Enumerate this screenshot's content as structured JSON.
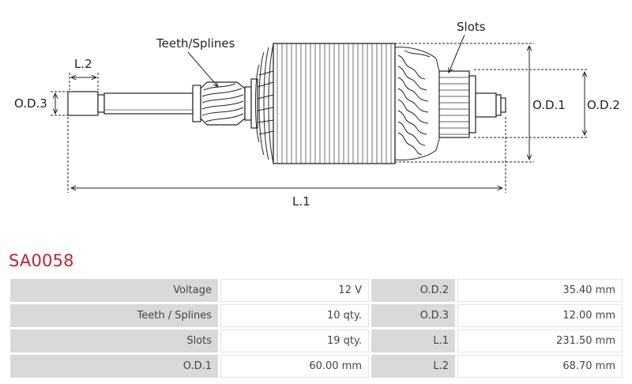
{
  "diagram": {
    "labels": {
      "teeth_splines": "Teeth/Splines",
      "slots": "Slots",
      "l2": "L.2",
      "l1": "L.1",
      "od1": "O.D.1",
      "od2": "O.D.2",
      "od3": "O.D.3"
    }
  },
  "product": {
    "code": "SA0058",
    "code_color": "#c8202f"
  },
  "specs": [
    {
      "left_label": "Voltage",
      "left_value": "12 V",
      "right_label": "O.D.2",
      "right_value": "35.40 mm"
    },
    {
      "left_label": "Teeth / Splines",
      "left_value": "10 qty.",
      "right_label": "O.D.3",
      "right_value": "12.00 mm"
    },
    {
      "left_label": "Slots",
      "left_value": "19 qty.",
      "right_label": "L.1",
      "right_value": "231.50 mm"
    },
    {
      "left_label": "O.D.1",
      "left_value": "60.00 mm",
      "right_label": "L.2",
      "right_value": "68.70 mm"
    }
  ]
}
